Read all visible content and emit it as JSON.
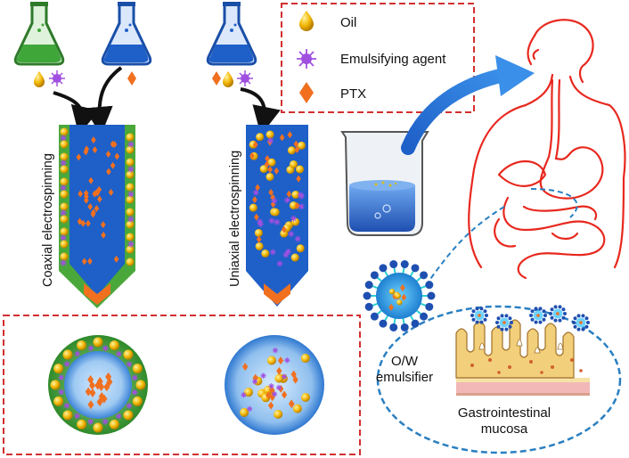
{
  "legend": {
    "items": [
      {
        "icon": "oil-droplet-icon",
        "label": "Oil"
      },
      {
        "icon": "emulsifying-agent-icon",
        "label": "Emulsifying agent"
      },
      {
        "icon": "ptx-diamond-icon",
        "label": "PTX"
      }
    ]
  },
  "labels": {
    "coaxial": "Coaxial electrospinning",
    "uniaxial": "Uniaxial electrospinning",
    "emulsifier_line1": "O/W",
    "emulsifier_line2": "emulsifier",
    "mucosa_line1": "Gastrointestinal",
    "mucosa_line2": "mucosa"
  },
  "colors": {
    "fiber_core": "#1e5fc8",
    "fiber_shell": "#4aa83a",
    "oil": "#f2b705",
    "agent": "#a050e0",
    "ptx": "#f07020",
    "arrow": "#1f6fd0",
    "outline": "#d9281e",
    "dashed_box": "#d32f2f",
    "zoom": "#2a7fc0",
    "organ": "#e8281e"
  }
}
